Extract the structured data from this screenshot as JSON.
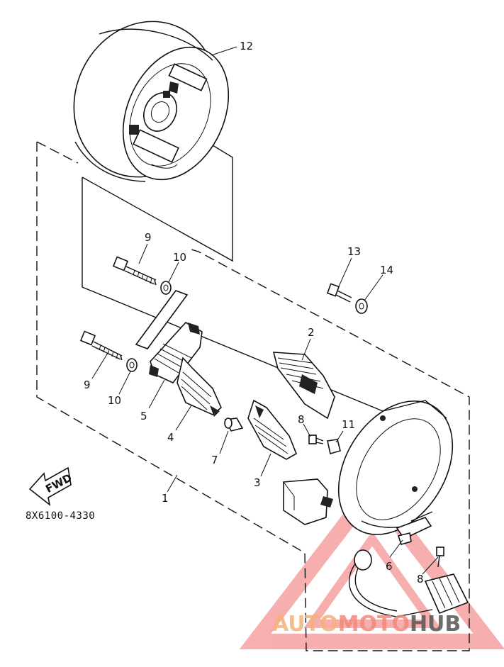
{
  "diagram": {
    "code": "8X6100-4330",
    "fwd_label": "FWD",
    "callouts": {
      "c1": "1",
      "c2": "2",
      "c3": "3",
      "c4": "4",
      "c5": "5",
      "c6": "6",
      "c7": "7",
      "c8a": "8",
      "c8b": "8",
      "c9a": "9",
      "c9b": "9",
      "c10a": "10",
      "c10b": "10",
      "c11": "11",
      "c12": "12",
      "c13": "13",
      "c14": "14"
    }
  },
  "watermark": {
    "part1": "AUTO",
    "part2": "MOTO",
    "part3": "HUB",
    "colors": {
      "auto": "#f3b27a",
      "moto": "#f08a7a",
      "hub": "#555555",
      "triangle": "#f26d6d"
    }
  }
}
